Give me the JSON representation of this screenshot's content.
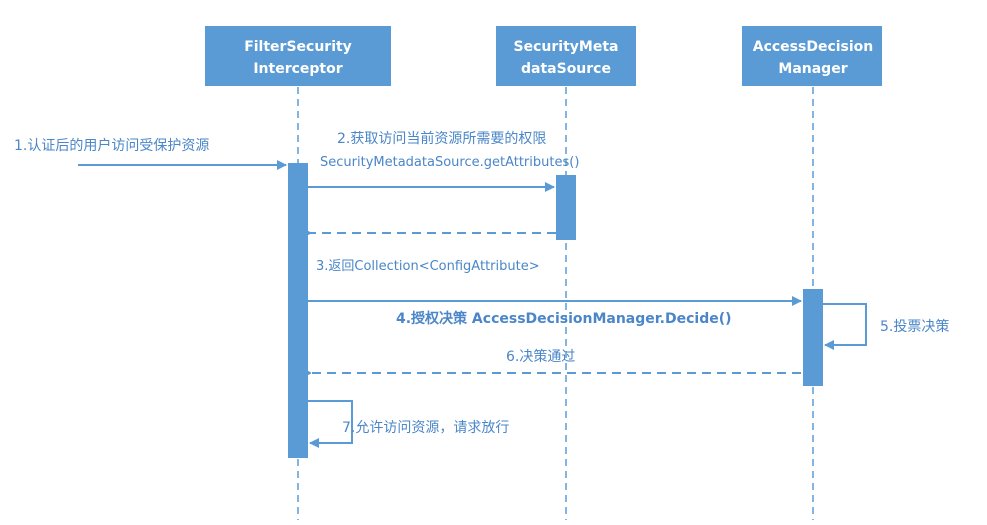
{
  "colors": {
    "box_fill": "#5b9bd5",
    "box_text": "#ffffff",
    "line": "#5b9bd5",
    "label": "#4a86c8"
  },
  "lifelines": [
    {
      "name": "filter-security-interceptor",
      "line1": "FilterSecurity",
      "line2": "Interceptor"
    },
    {
      "name": "security-metadata-source",
      "line1": "SecurityMeta",
      "line2": "dataSource"
    },
    {
      "name": "access-decision-manager",
      "line1": "AccessDecision",
      "line2": "Manager"
    }
  ],
  "messages": {
    "m1": "1.认证后的用户访问受保护资源",
    "m2a": "2.获取访问当前资源所需要的权限",
    "m2b": "SecurityMetadataSource.getAttributes()",
    "m3": "3.返回Collection<ConfigAttribute>",
    "m4": "4.授权决策 AccessDecisionManager.Decide()",
    "m5": "5.投票决策",
    "m6": "6.决策通过",
    "m7": "7.允许访问资源，请求放行"
  }
}
